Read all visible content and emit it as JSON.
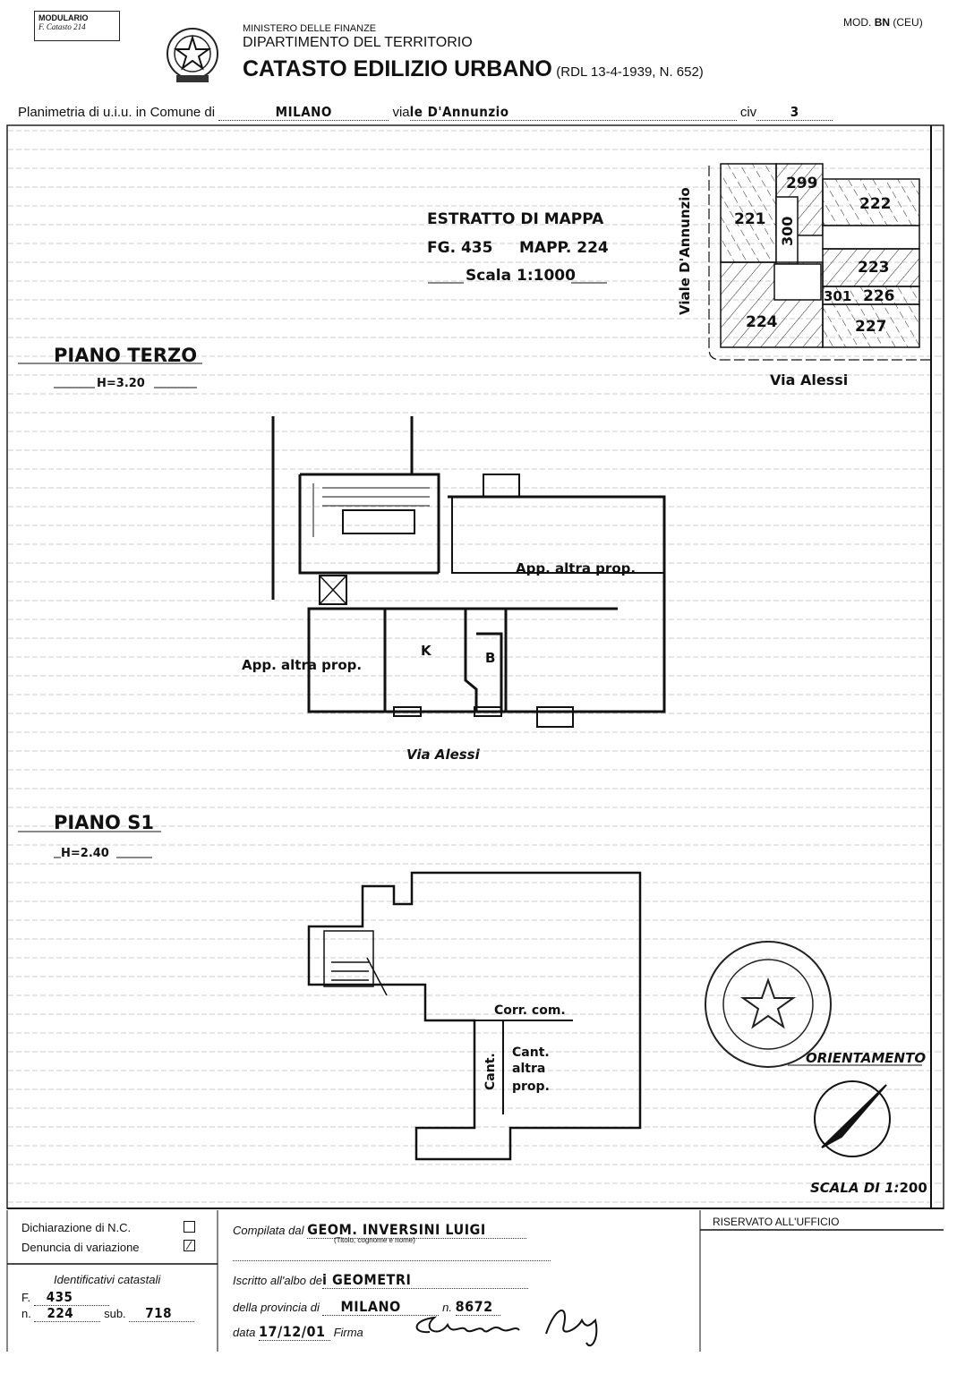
{
  "header": {
    "modulario_line1": "MODULARIO",
    "modulario_line2": "F. Catasto 214",
    "ministry": "MINISTERO DELLE FINANZE",
    "department": "DIPARTIMENTO DEL TERRITORIO",
    "title": "CATASTO EDILIZIO URBANO",
    "law_ref": "(RDL 13-4-1939, N. 652)",
    "mod_prefix": "MOD.",
    "mod_bold": "BN",
    "mod_suffix": "(CEU)"
  },
  "planimetria": {
    "label": "Planimetria di u.i.u. in Comune di",
    "comune": "MILANO",
    "via_label": "via",
    "via_value": "le D'Annunzio",
    "civ_label": "civ",
    "civ_value": "3"
  },
  "estratto": {
    "title": "ESTRATTO DI MAPPA",
    "fg": "FG. 435",
    "mapp": "MAPP. 224",
    "scala": "Scala 1:1000",
    "street_vertical": "Viale D'Annunzio",
    "street_bottom": "Via Alessi",
    "parcels": [
      "299",
      "222",
      "221",
      "300",
      "223",
      "301",
      "226",
      "224",
      "227"
    ]
  },
  "piano_terzo": {
    "title": "PIANO TERZO",
    "height": "H=3.20",
    "label_right": "App. altra prop.",
    "label_left": "App. altra prop.",
    "room_k": "K",
    "room_b": "B",
    "street": "Via Alessi"
  },
  "piano_s1": {
    "title": "PIANO S1",
    "height": "H=2.40",
    "corr": "Corr. com.",
    "cant": "Cant.",
    "cant_altra": [
      "Cant.",
      "altra",
      "prop."
    ]
  },
  "orientamento": "ORIENTAMENTO",
  "scala": {
    "prefix": "SCALA DI 1:",
    "value": "200"
  },
  "footer": {
    "dichiarazione": "Dichiarazione di N.C.",
    "dichiarazione_checked": false,
    "denuncia": "Denuncia di variazione",
    "denuncia_checked": true,
    "identificativi": "Identificativi catastali",
    "f_label": "F.",
    "f_value": "435",
    "n_label": "n.",
    "n_value": "224",
    "sub_label": "sub.",
    "sub_value": "718",
    "compilata_label": "Compilata dal",
    "compilata_value": "GEOM. INVERSINI LUIGI",
    "compilata_hint": "(Titolo, cognome e nome)",
    "iscritto_label": "Iscritto all'albo de",
    "iscritto_value": "i GEOMETRI",
    "provincia_label": "della provincia di",
    "provincia_value": "MILANO",
    "numero_label": "n.",
    "numero_value": "8672",
    "data_label": "data",
    "data_value": "17/12/01",
    "firma_label": "Firma",
    "firma_value": "Inversini Luigi",
    "riservato": "RISERVATO ALL'UFFICIO"
  }
}
